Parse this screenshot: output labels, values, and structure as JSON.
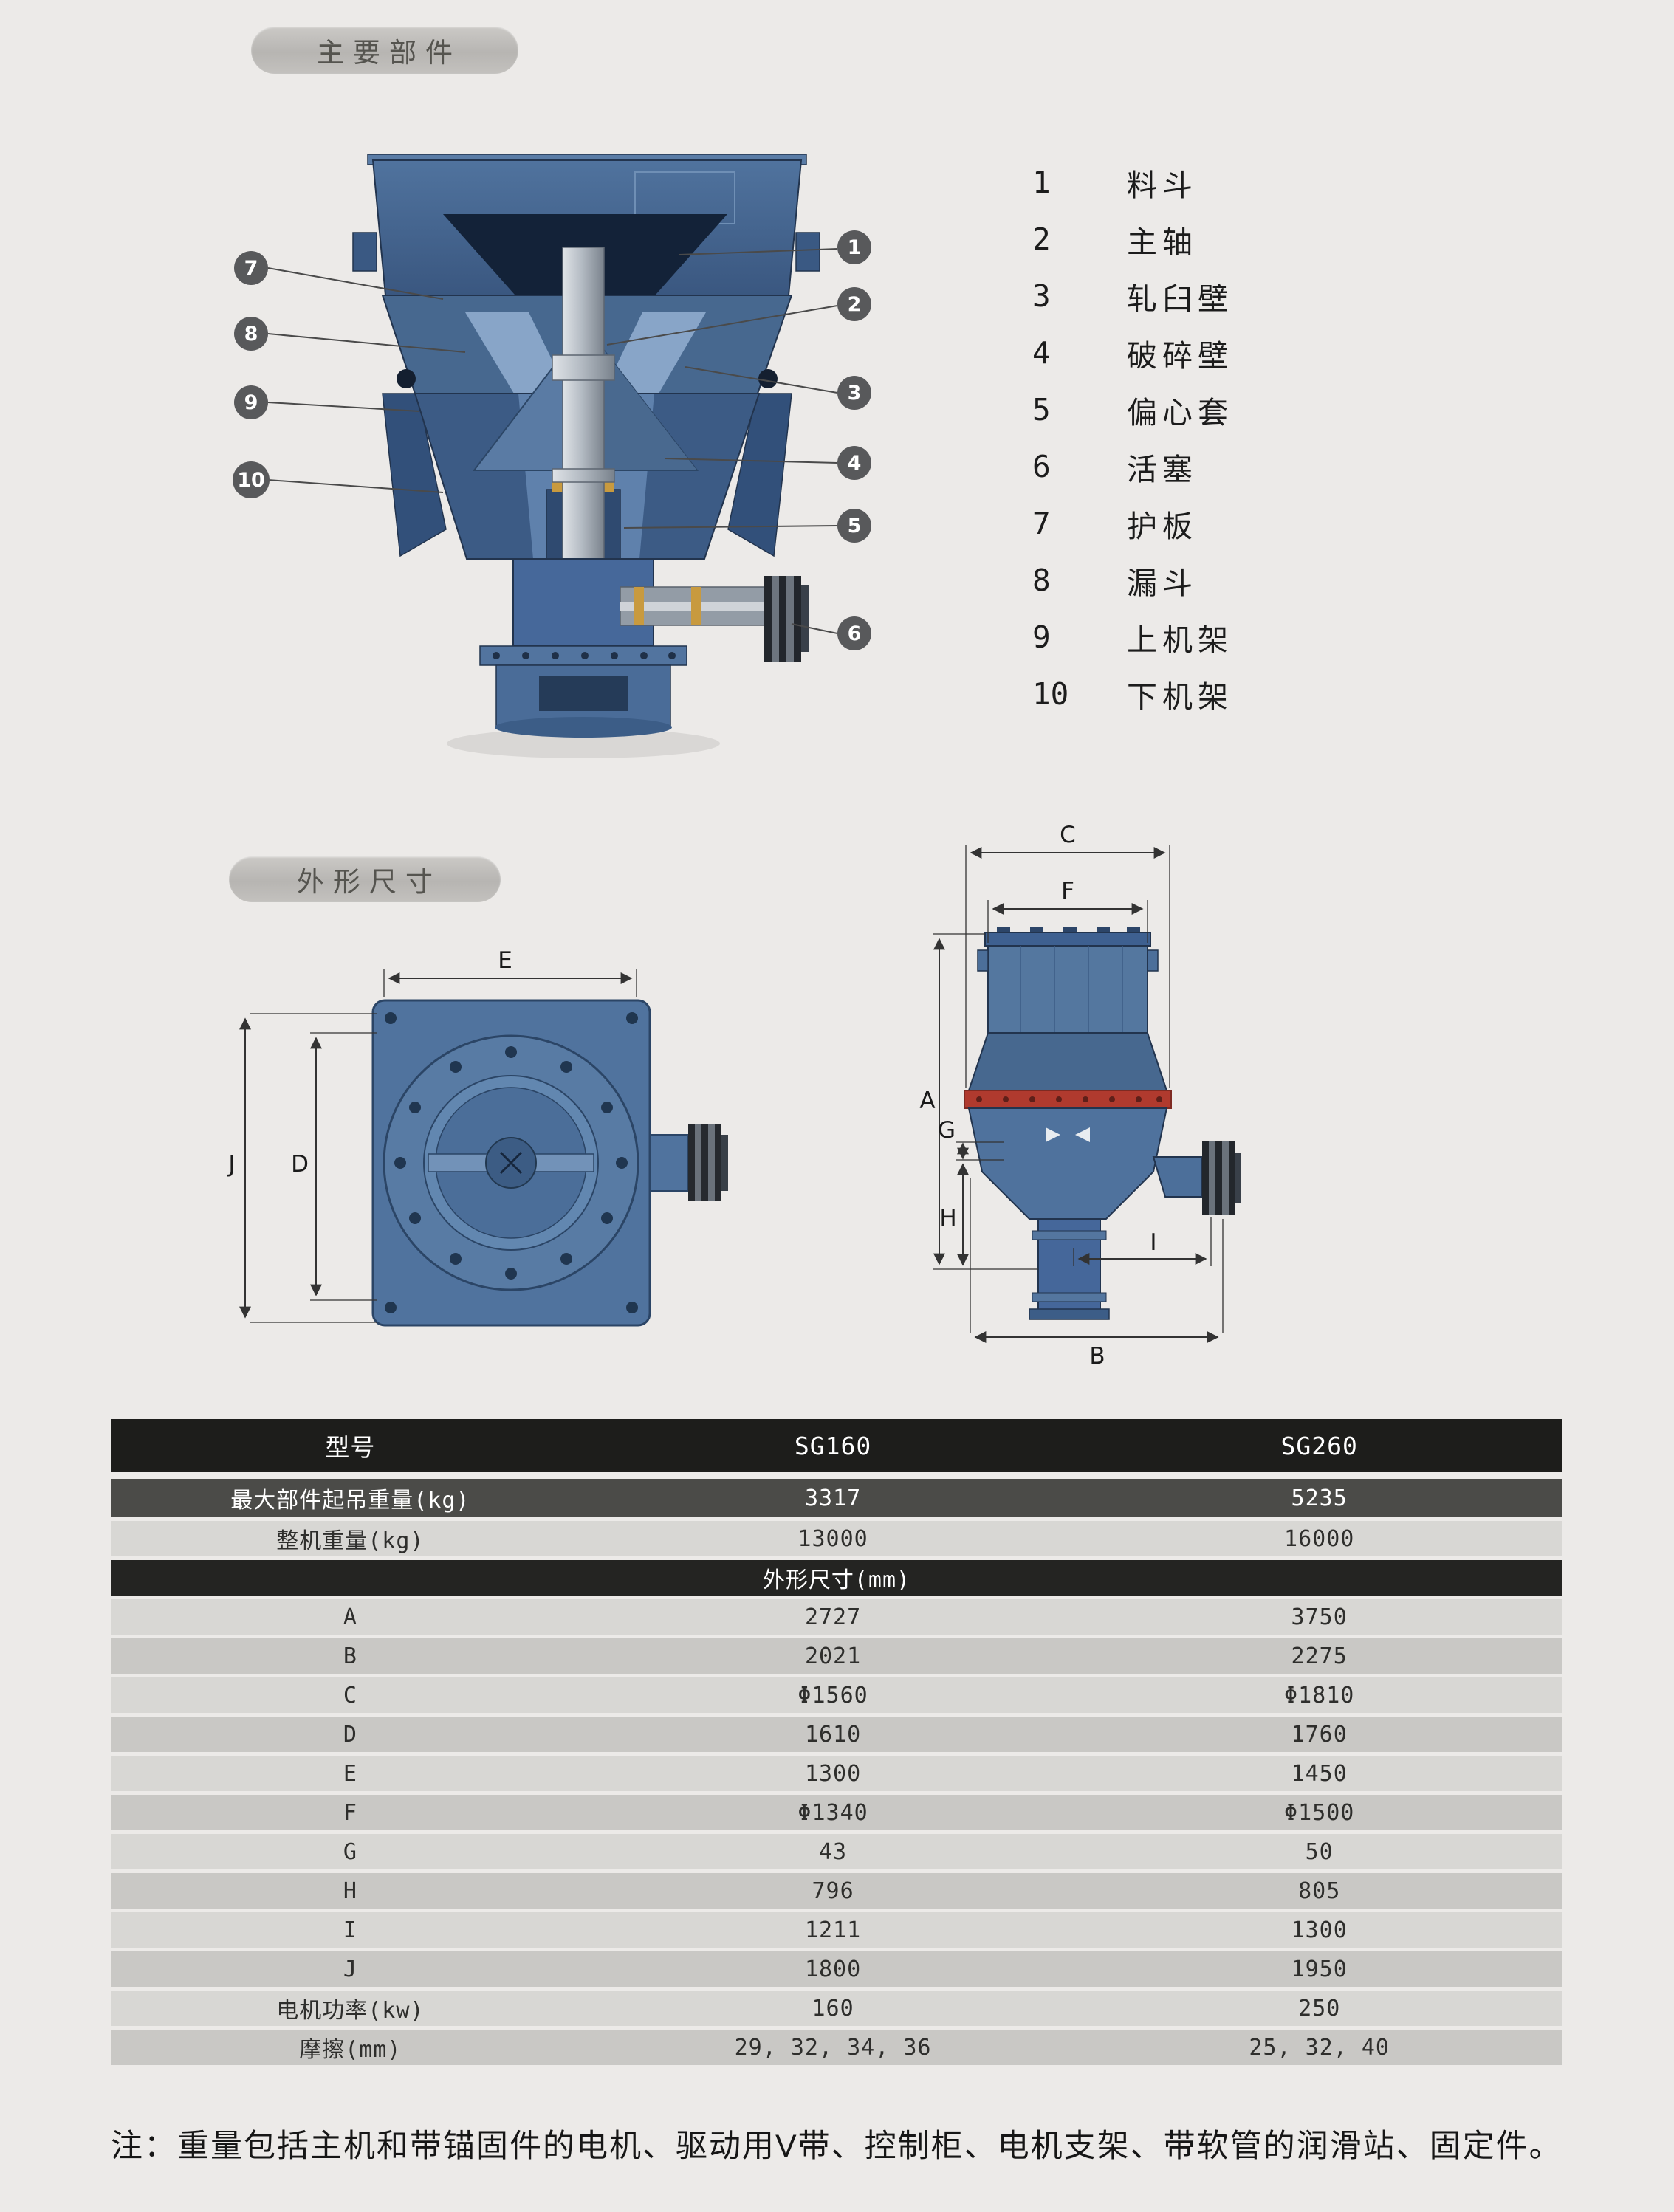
{
  "page": {
    "bg": "#eceae8"
  },
  "badges": {
    "components": "主要部件",
    "dimensions": "外形尺寸"
  },
  "legend": [
    {
      "num": "1",
      "label": "料斗"
    },
    {
      "num": "2",
      "label": "主轴"
    },
    {
      "num": "3",
      "label": "轧臼壁"
    },
    {
      "num": "4",
      "label": "破碎壁"
    },
    {
      "num": "5",
      "label": "偏心套"
    },
    {
      "num": "6",
      "label": "活塞"
    },
    {
      "num": "7",
      "label": "护板"
    },
    {
      "num": "8",
      "label": "漏斗"
    },
    {
      "num": "9",
      "label": "上机架"
    },
    {
      "num": "10",
      "label": "下机架"
    }
  ],
  "callouts": {
    "c1": "1",
    "c2": "2",
    "c3": "3",
    "c4": "4",
    "c5": "5",
    "c6": "6",
    "c7": "7",
    "c8": "8",
    "c9": "9",
    "c10": "10"
  },
  "dims": {
    "A": "A",
    "B": "B",
    "C": "C",
    "D": "D",
    "E": "E",
    "F": "F",
    "G": "G",
    "H": "H",
    "I": "I",
    "J": "J"
  },
  "table": {
    "columns": [
      "型号",
      "SG160",
      "SG260"
    ],
    "section_header": "外形尺寸(mm)",
    "rows": [
      {
        "label": "最大部件起吊重量(kg)",
        "sg160": "3317",
        "sg260": "5235"
      },
      {
        "label": "整机重量(kg)",
        "sg160": "13000",
        "sg260": "16000"
      },
      {
        "label": "A",
        "sg160": "2727",
        "sg260": "3750"
      },
      {
        "label": "B",
        "sg160": "2021",
        "sg260": "2275"
      },
      {
        "label": "C",
        "sg160": "Φ1560",
        "sg260": "Φ1810"
      },
      {
        "label": "D",
        "sg160": "1610",
        "sg260": "1760"
      },
      {
        "label": "E",
        "sg160": "1300",
        "sg260": "1450"
      },
      {
        "label": "F",
        "sg160": "Φ1340",
        "sg260": "Φ1500"
      },
      {
        "label": "G",
        "sg160": "43",
        "sg260": "50"
      },
      {
        "label": "H",
        "sg160": "796",
        "sg260": "805"
      },
      {
        "label": "I",
        "sg160": "1211",
        "sg260": "1300"
      },
      {
        "label": "J",
        "sg160": "1800",
        "sg260": "1950"
      },
      {
        "label": "电机功率(kw)",
        "sg160": "160",
        "sg260": "250"
      },
      {
        "label": "摩擦(mm)",
        "sg160": "29, 32, 34, 36",
        "sg260": "25, 32, 40"
      }
    ]
  },
  "note": "注：重量包括主机和带锚固件的电机、驱动用V带、控制柜、电机支架、带软管的润滑站、固定件。"
}
